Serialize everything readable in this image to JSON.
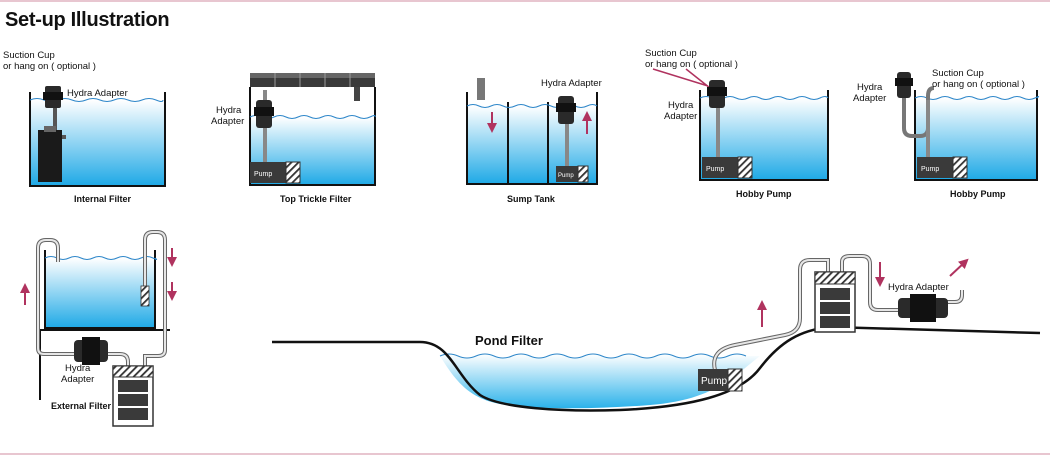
{
  "title": "Set-up Illustration",
  "panels": {
    "internal": {
      "caption": "Internal Filter",
      "suction": "Suction Cup",
      "hang": "or hang on ( optional )",
      "adapter": "Hydra Adapter"
    },
    "trickle": {
      "caption": "Top Trickle Filter",
      "adapter_line1": "Hydra",
      "adapter_line2": "Adapter",
      "pump": "Pump"
    },
    "sump": {
      "caption": "Sump Tank",
      "adapter": "Hydra Adapter",
      "pump": "Pump"
    },
    "hobby1": {
      "caption": "Hobby Pump",
      "suction": "Suction Cup",
      "hang": "or hang on ( optional )",
      "adapter_line1": "Hydra",
      "adapter_line2": "Adapter",
      "pump": "Pump"
    },
    "hobby2": {
      "caption": "Hobby Pump",
      "suction": "Suction Cup",
      "hang": "or hang on ( optional )",
      "adapter_line1": "Hydra",
      "adapter_line2": "Adapter",
      "pump": "Pump"
    },
    "external": {
      "caption": "External Filter",
      "adapter_line1": "Hydra",
      "adapter_line2": "Adapter"
    },
    "pond": {
      "caption": "Pond Filter",
      "adapter": "Hydra Adapter",
      "pump": "Pump"
    }
  },
  "colors": {
    "arrow": "#b0335f",
    "water_top": "#ffffff",
    "water_bottom": "#1ea9e6",
    "wave": "#2d86c9",
    "border": "#e8c6d0"
  }
}
